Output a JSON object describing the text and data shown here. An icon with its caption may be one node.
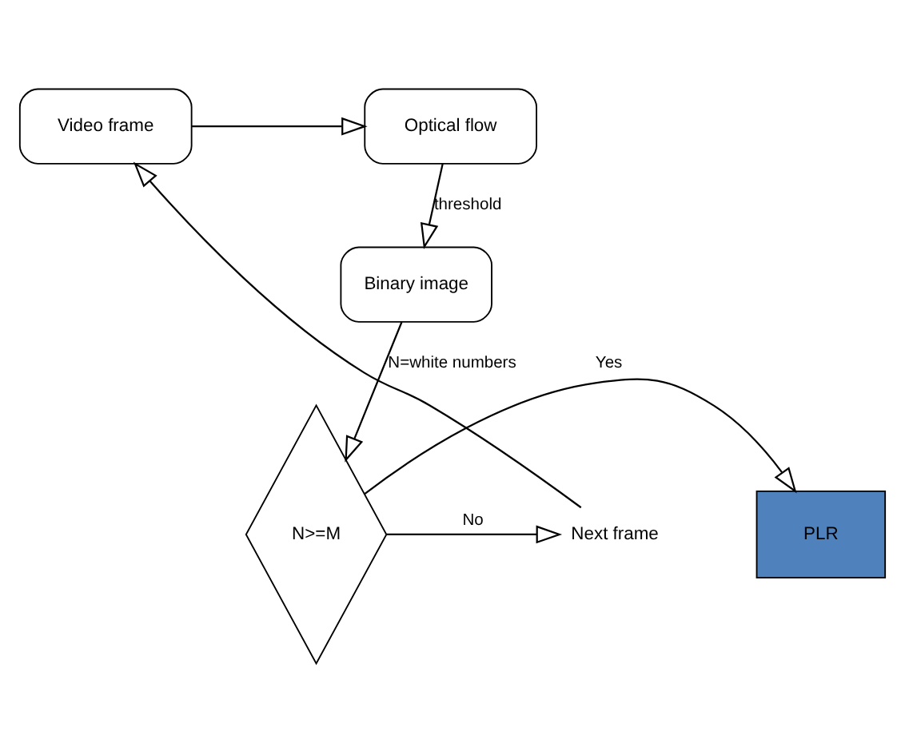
{
  "diagram": {
    "nodes": [
      {
        "text": [
          "Video frame"
        ]
      },
      {
        "text": [
          "Optical flow"
        ]
      },
      {
        "text": [
          "Binary image"
        ]
      },
      {
        "text": [
          "N>=M"
        ]
      },
      {
        "text": [
          "PLR"
        ]
      },
      {
        "text": [
          "Next frame"
        ]
      }
    ],
    "edges": [
      {
        "from": 0,
        "to": 1,
        "arrow": "to"
      },
      {
        "from": 1,
        "to": 2,
        "arrow": "to",
        "label": "threshold"
      },
      {
        "from": 2,
        "to": 3,
        "arrow": "to",
        "label": "N=white numbers"
      },
      {
        "from": 3,
        "to": 5,
        "arrow": "to",
        "label": "No"
      },
      {
        "from": 3,
        "to": 4,
        "arrow": "to",
        "label": "Yes"
      },
      {
        "from": 5,
        "to": 0,
        "arrow": "to"
      }
    ]
  }
}
